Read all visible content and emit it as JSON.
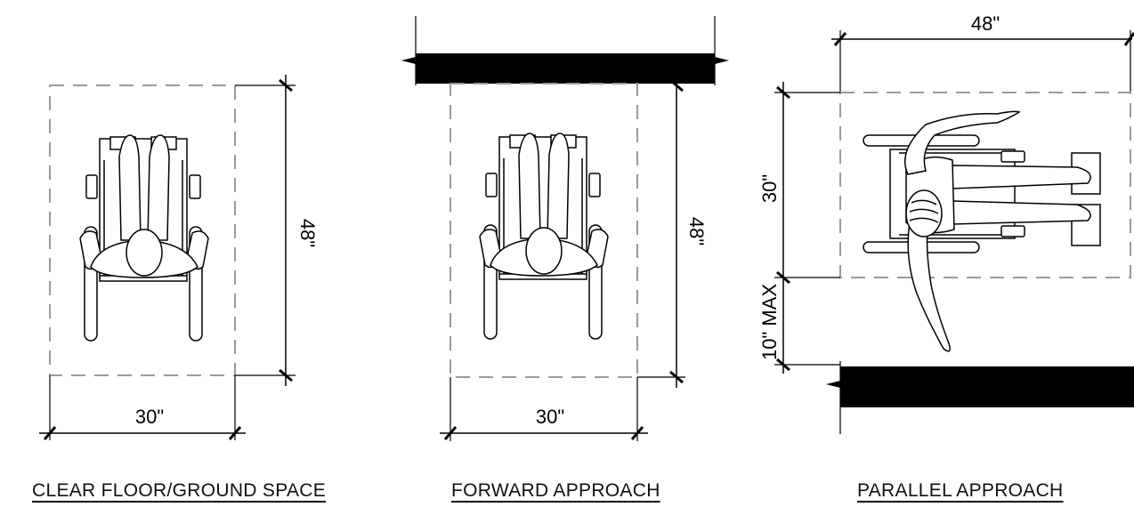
{
  "panels": {
    "clear_floor": {
      "caption": "CLEAR FLOOR/GROUND SPACE",
      "width_label": "30\"",
      "depth_label": "48\""
    },
    "forward": {
      "caption": "FORWARD APPROACH",
      "width_label": "30\"",
      "depth_label": "48\""
    },
    "parallel": {
      "caption": "PARALLEL APPROACH",
      "width_label": "48\"",
      "depth_label": "30\"",
      "offset_label": "10\" MAX"
    }
  }
}
